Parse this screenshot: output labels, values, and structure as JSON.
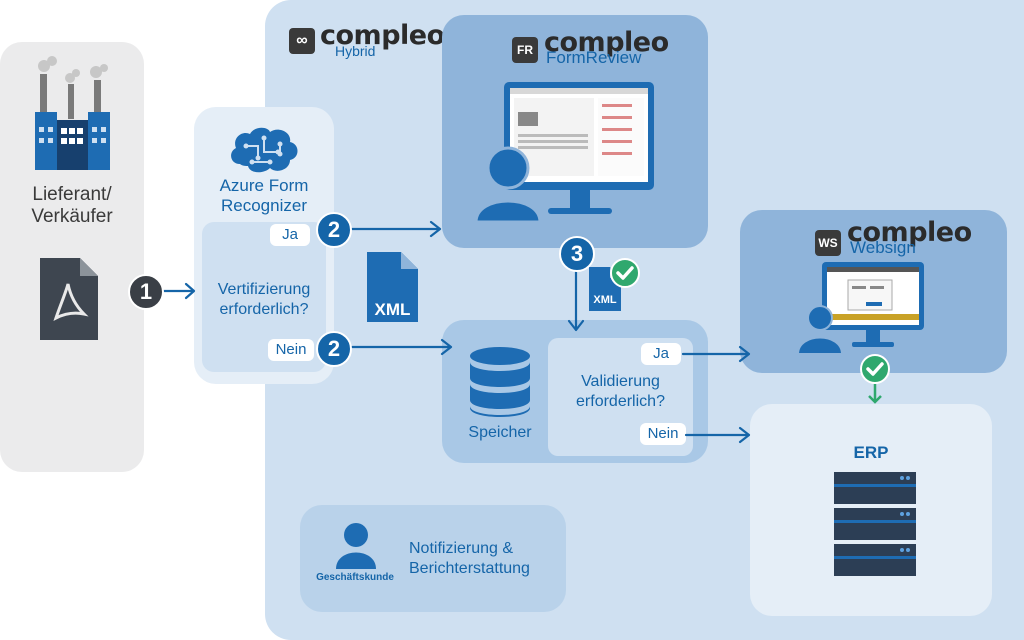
{
  "supplier": {
    "label_line1": "Lieferant/",
    "label_line2": "Verkäufer"
  },
  "hybrid": {
    "brand": "compleo",
    "product": "Hybrid"
  },
  "azure": {
    "title_line1": "Azure Form",
    "title_line2": "Recognizer",
    "question_line1": "Vertifizierung",
    "question_line2": "erforderlich?",
    "yes_label": "Ja",
    "no_label": "Nein"
  },
  "formreview": {
    "badge": "FR",
    "brand": "compleo",
    "product": "FormReview"
  },
  "websign": {
    "badge": "WS",
    "brand": "compleo",
    "product": "Websign"
  },
  "storage": {
    "label": "Speicher",
    "question_line1": "Validierung",
    "question_line2": "erforderlich?",
    "yes_label": "Ja",
    "no_label": "Nein"
  },
  "xml_label": "XML",
  "xml_small_label": "XML",
  "steps": {
    "one": "1",
    "two_top": "2",
    "two_bottom": "2",
    "three": "3"
  },
  "erp": {
    "label": "ERP"
  },
  "notification": {
    "role": "Geschäftskunde",
    "line1": "Notifizierung &",
    "line2": "Berichterstattung"
  },
  "colors": {
    "primary_blue": "#1565a8",
    "light_panel": "#cfe0f1",
    "mid_panel": "#a9c8e6",
    "dark_panel": "#8fb4da",
    "gray_panel": "#ebebeb",
    "check_green": "#2fa86e"
  }
}
